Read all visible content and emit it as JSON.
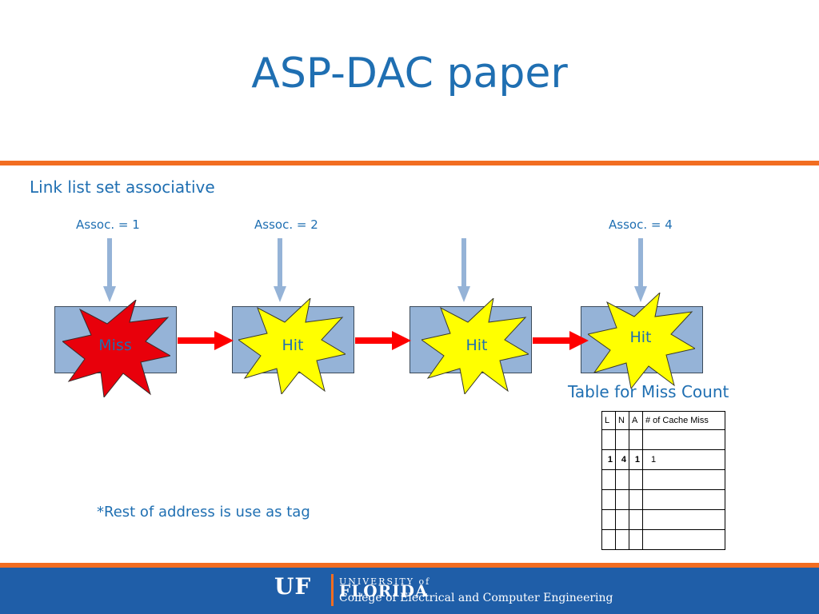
{
  "slide": {
    "title": "ASP-DAC paper",
    "subtitle": "Link list set associative",
    "note": "*Rest of address is use as tag"
  },
  "assoc_labels": [
    "Assoc. = 1",
    "Assoc. = 2",
    "",
    "Assoc. = 4"
  ],
  "bursts": [
    {
      "label": "Miss",
      "fill": "#e8000b",
      "text_color": "#1f6fb2"
    },
    {
      "label": "Hit",
      "fill": "#ffff00",
      "text_color": "#1f6fb2"
    },
    {
      "label": "Hit",
      "fill": "#ffff00",
      "text_color": "#1f6fb2"
    },
    {
      "label": "Hit",
      "fill": "#ffff00",
      "text_color": "#1f6fb2"
    }
  ],
  "table": {
    "caption": "Table for Miss Count",
    "headers": [
      "L",
      "N",
      "A",
      "# of Cache Miss"
    ],
    "rows": [
      [
        "",
        "",
        "",
        ""
      ],
      [
        "1",
        "4",
        "1",
        "1"
      ],
      [
        "",
        "",
        "",
        ""
      ],
      [
        "",
        "",
        "",
        ""
      ],
      [
        "",
        "",
        "",
        ""
      ],
      [
        "",
        "",
        "",
        ""
      ]
    ]
  },
  "footer": {
    "uf": "UF",
    "university": "UNIVERSITY of",
    "florida": "FLORIDA",
    "college": "College of Electrical and Computer Engineering"
  },
  "colors": {
    "accent_blue": "#1f6fb2",
    "orange": "#f26d21",
    "node_fill": "#95b3d7",
    "link_arrow": "#ff0000",
    "down_arrow": "#95b3d7"
  }
}
